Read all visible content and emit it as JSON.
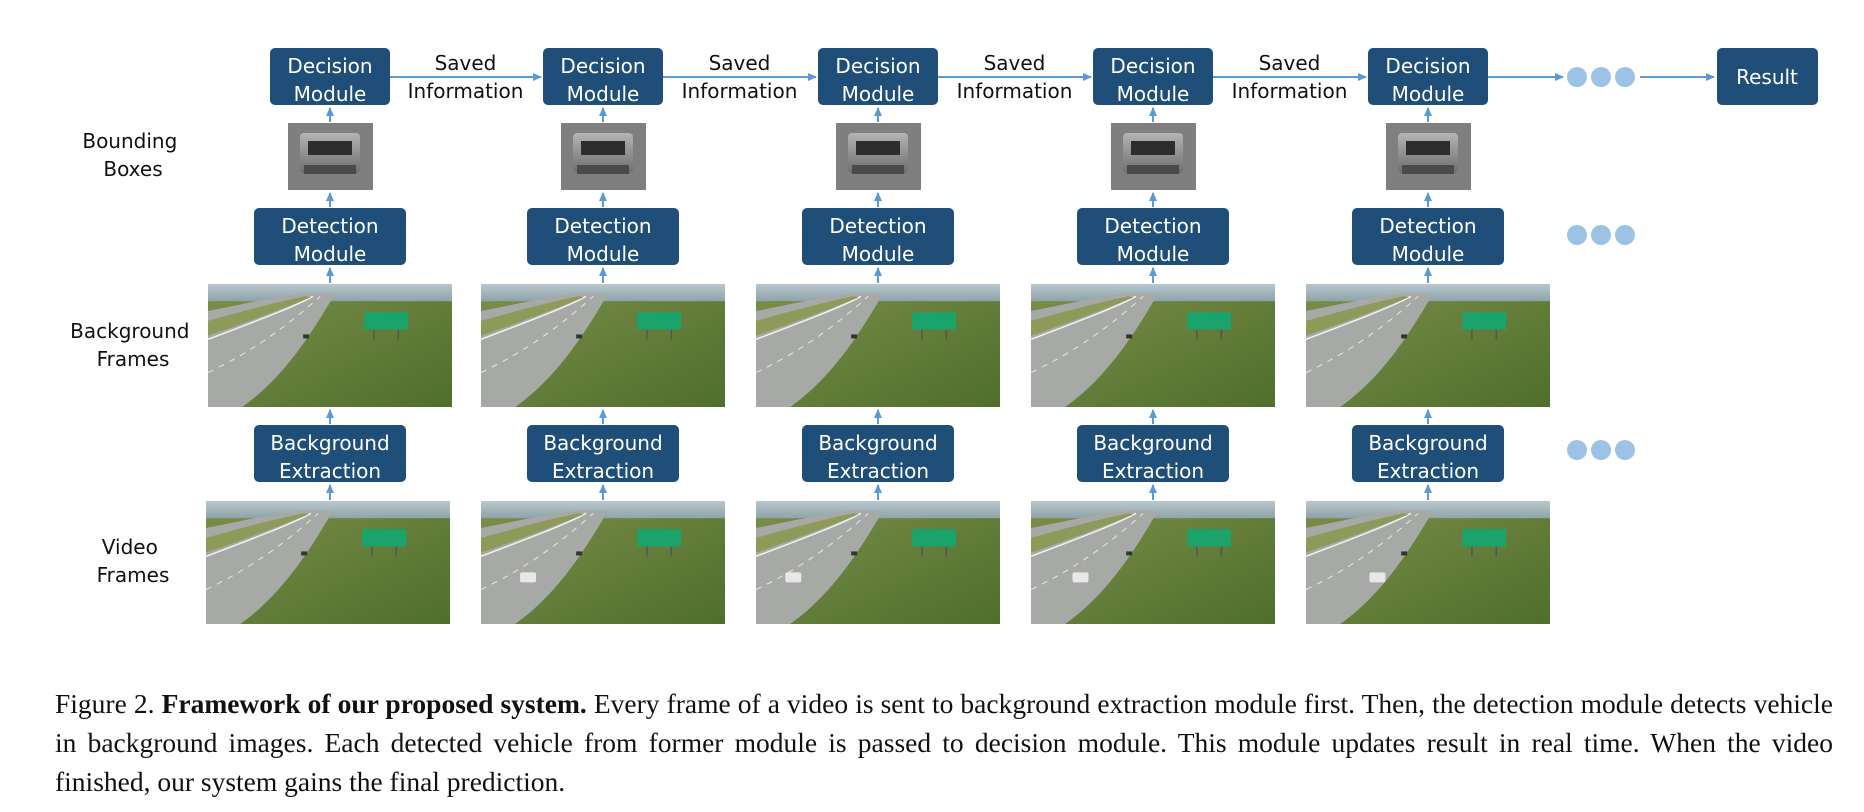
{
  "labels": {
    "decision": [
      "Decision",
      "Module"
    ],
    "detection": [
      "Detection",
      "Module"
    ],
    "background_extraction": [
      "Background",
      "Extraction"
    ],
    "saved_information": [
      "Saved",
      "Information"
    ],
    "result": "Result",
    "row_bounding_boxes": [
      "Bounding",
      "Boxes"
    ],
    "row_background_frames": [
      "Background",
      "Frames"
    ],
    "row_video_frames": [
      "Video",
      "Frames"
    ]
  },
  "columns": 5,
  "colors": {
    "box": "#1f4e79",
    "arrow": "#5b9bd5",
    "dots": "#9dc3e6",
    "grass": "#5a7a34",
    "road": "#a7a9a6",
    "sign": "#1aa36a"
  },
  "caption": {
    "prefix": "Figure 2. ",
    "bold": "Framework of our proposed system.",
    "body": " Every frame of a video is sent to background extraction module first. Then, the detection module detects vehicle in background images.  Each detected vehicle from former module is passed to decision module.  This module updates result in real time. When the video finished, our system gains the final prediction."
  }
}
